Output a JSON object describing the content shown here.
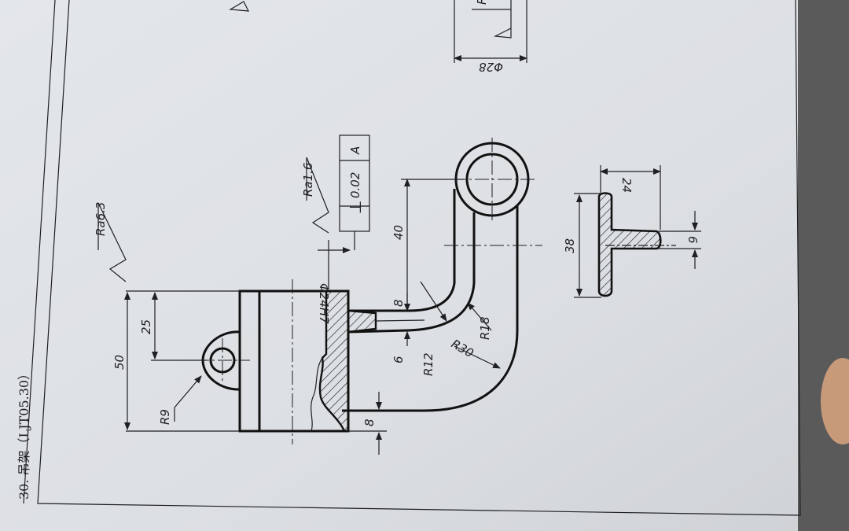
{
  "title": "30. 吊架（LJT05.30）",
  "dimensions": {
    "d50": "50",
    "d25": "25",
    "r9": "R9",
    "d8_bottom": "8",
    "phi24h7": "Φ24H7",
    "d6": "6",
    "d8_mid": "8",
    "d40": "40",
    "r12": "R12",
    "r30": "R30",
    "r18": "R18",
    "d38": "38",
    "d24": "24",
    "d6_section": "6",
    "phi28": "Φ28"
  },
  "roughness": {
    "ra63": "Ra6.3",
    "ra16": "Ra1.6",
    "ra_partial": "R"
  },
  "tolerance": {
    "symbol": "⊥",
    "value": "0.02",
    "datum": "A"
  },
  "colors": {
    "paper": "#dfe2e6",
    "ink": "#1d1f22"
  }
}
